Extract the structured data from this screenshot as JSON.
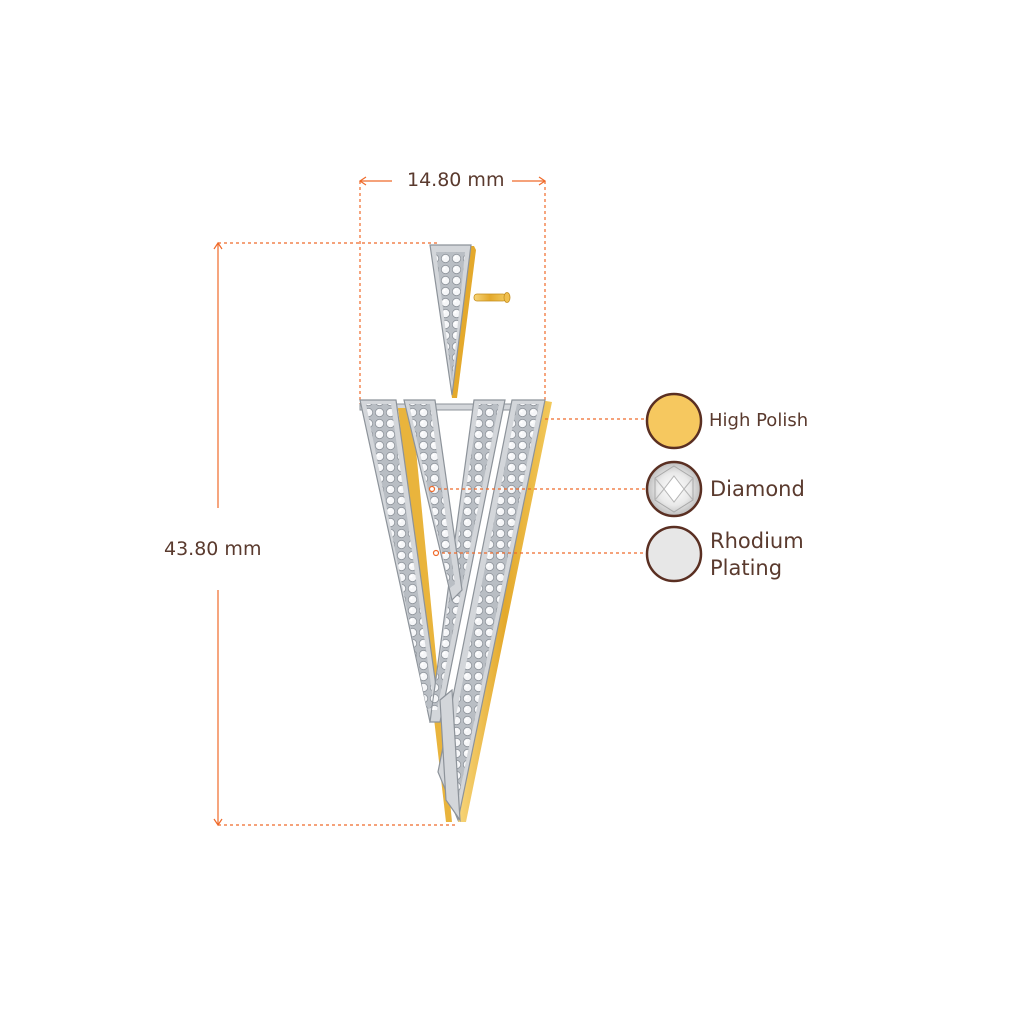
{
  "dimensions": {
    "width_label": "14.80 mm",
    "height_label": "43.80 mm"
  },
  "materials": [
    {
      "name": "High Polish",
      "icon": "gold-circle-swatch",
      "color": "#f6c85f"
    },
    {
      "name": "Diamond",
      "icon": "diamond-swatch",
      "color": "#f4f4f4"
    },
    {
      "name": "Rhodium Plating",
      "line1": "Rhodium",
      "line2": "Plating",
      "icon": "rhodium-circle-swatch",
      "color": "#e7e7e7"
    }
  ],
  "colors": {
    "annotation": "#ef6a2a",
    "text": "#5a3a2e",
    "swatch_border": "#5a2f22",
    "gold": "#e7b23a",
    "metal": "#c9cdd2"
  }
}
